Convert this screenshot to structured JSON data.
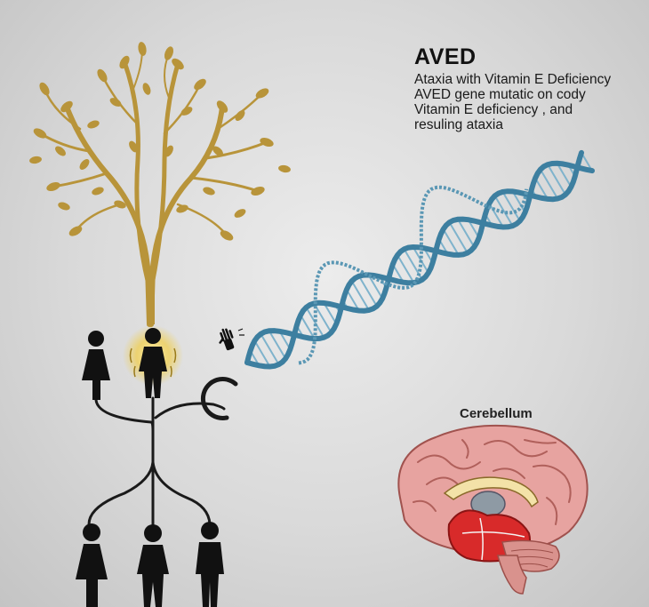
{
  "header": {
    "title": "AVED",
    "lines": [
      "Ataxia with Vitamin E Deficiency",
      "AVED gene mutatic on cody",
      "Vitamin E deficiency , and",
      "resuling ataxia"
    ]
  },
  "brain": {
    "label": "Cerebellum"
  },
  "colors": {
    "tree": "#b8943a",
    "dna": "#3d7fa0",
    "cerebellum": "#d82a2a",
    "brain": "#e7a3a0",
    "person": "#111111",
    "glow": "#f3cc38"
  }
}
